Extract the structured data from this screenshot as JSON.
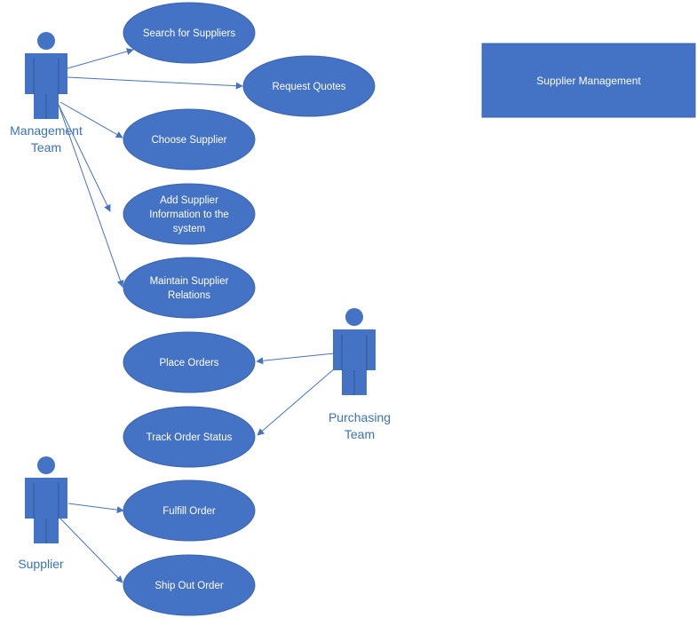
{
  "system": {
    "label": "Supplier Management"
  },
  "actors": [
    {
      "id": "management",
      "lines": [
        "Management",
        "Team"
      ]
    },
    {
      "id": "purchasing",
      "lines": [
        "Purchasing",
        "Team"
      ]
    },
    {
      "id": "supplier",
      "lines": [
        "Supplier"
      ]
    }
  ],
  "use_cases": [
    {
      "id": "search",
      "lines": [
        "Search for Suppliers"
      ]
    },
    {
      "id": "quotes",
      "lines": [
        "Request Quotes"
      ]
    },
    {
      "id": "choose",
      "lines": [
        "Choose Supplier"
      ]
    },
    {
      "id": "add",
      "lines": [
        "Add Supplier",
        "Information to the",
        "system"
      ]
    },
    {
      "id": "maintain",
      "lines": [
        "Maintain Supplier",
        "Relations"
      ]
    },
    {
      "id": "place",
      "lines": [
        "Place Orders"
      ]
    },
    {
      "id": "track",
      "lines": [
        "Track Order Status"
      ]
    },
    {
      "id": "fulfill",
      "lines": [
        "Fulfill Order"
      ]
    },
    {
      "id": "ship",
      "lines": [
        "Ship Out Order"
      ]
    }
  ],
  "associations": [
    {
      "from": "management",
      "to": "search"
    },
    {
      "from": "management",
      "to": "quotes"
    },
    {
      "from": "management",
      "to": "choose"
    },
    {
      "from": "management",
      "to": "add"
    },
    {
      "from": "management",
      "to": "maintain"
    },
    {
      "from": "purchasing",
      "to": "place"
    },
    {
      "from": "purchasing",
      "to": "track"
    },
    {
      "from": "supplier",
      "to": "fulfill"
    },
    {
      "from": "supplier",
      "to": "ship"
    }
  ],
  "colors": {
    "fill": "#4472c4",
    "text": "#ffffff",
    "actor_label": "#3a72b5"
  }
}
